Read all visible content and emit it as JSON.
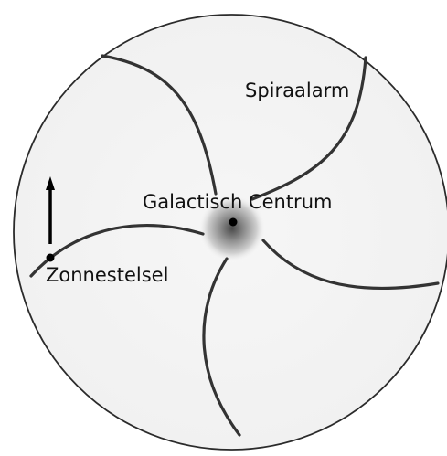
{
  "labels": {
    "center": "Galactisch Centrum",
    "arm": "Spiraalarm",
    "sun": "Zonnestelsel"
  },
  "colors": {
    "background": "#ffffff",
    "disk_fill": "#f4f4f4",
    "disk_edge": "#2b2b2b",
    "arm_stroke": "#333333",
    "core_dark": "#555555",
    "core_light": "#f4f4f4",
    "dot": "#000000"
  },
  "icons": {
    "motion": "up-arrow-icon"
  }
}
